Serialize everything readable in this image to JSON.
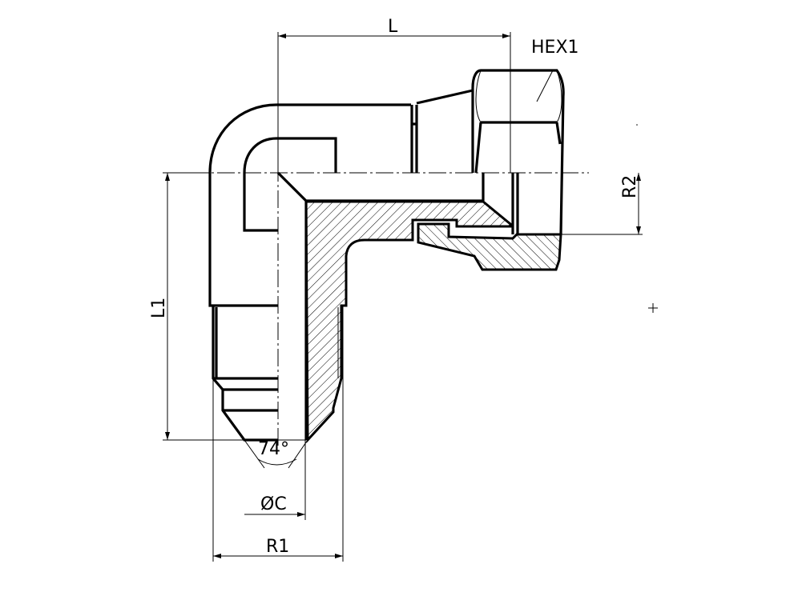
{
  "drawing": {
    "title": "90° elbow fitting with swivel nut – section view",
    "labels": {
      "length": "L",
      "hex": "HEX1",
      "thread_2": "R2",
      "length_1": "L1",
      "cone_angle": "74°",
      "diameter": "ØC",
      "thread_1": "R1"
    },
    "colors": {
      "line": "#000000",
      "background": "#ffffff"
    }
  }
}
